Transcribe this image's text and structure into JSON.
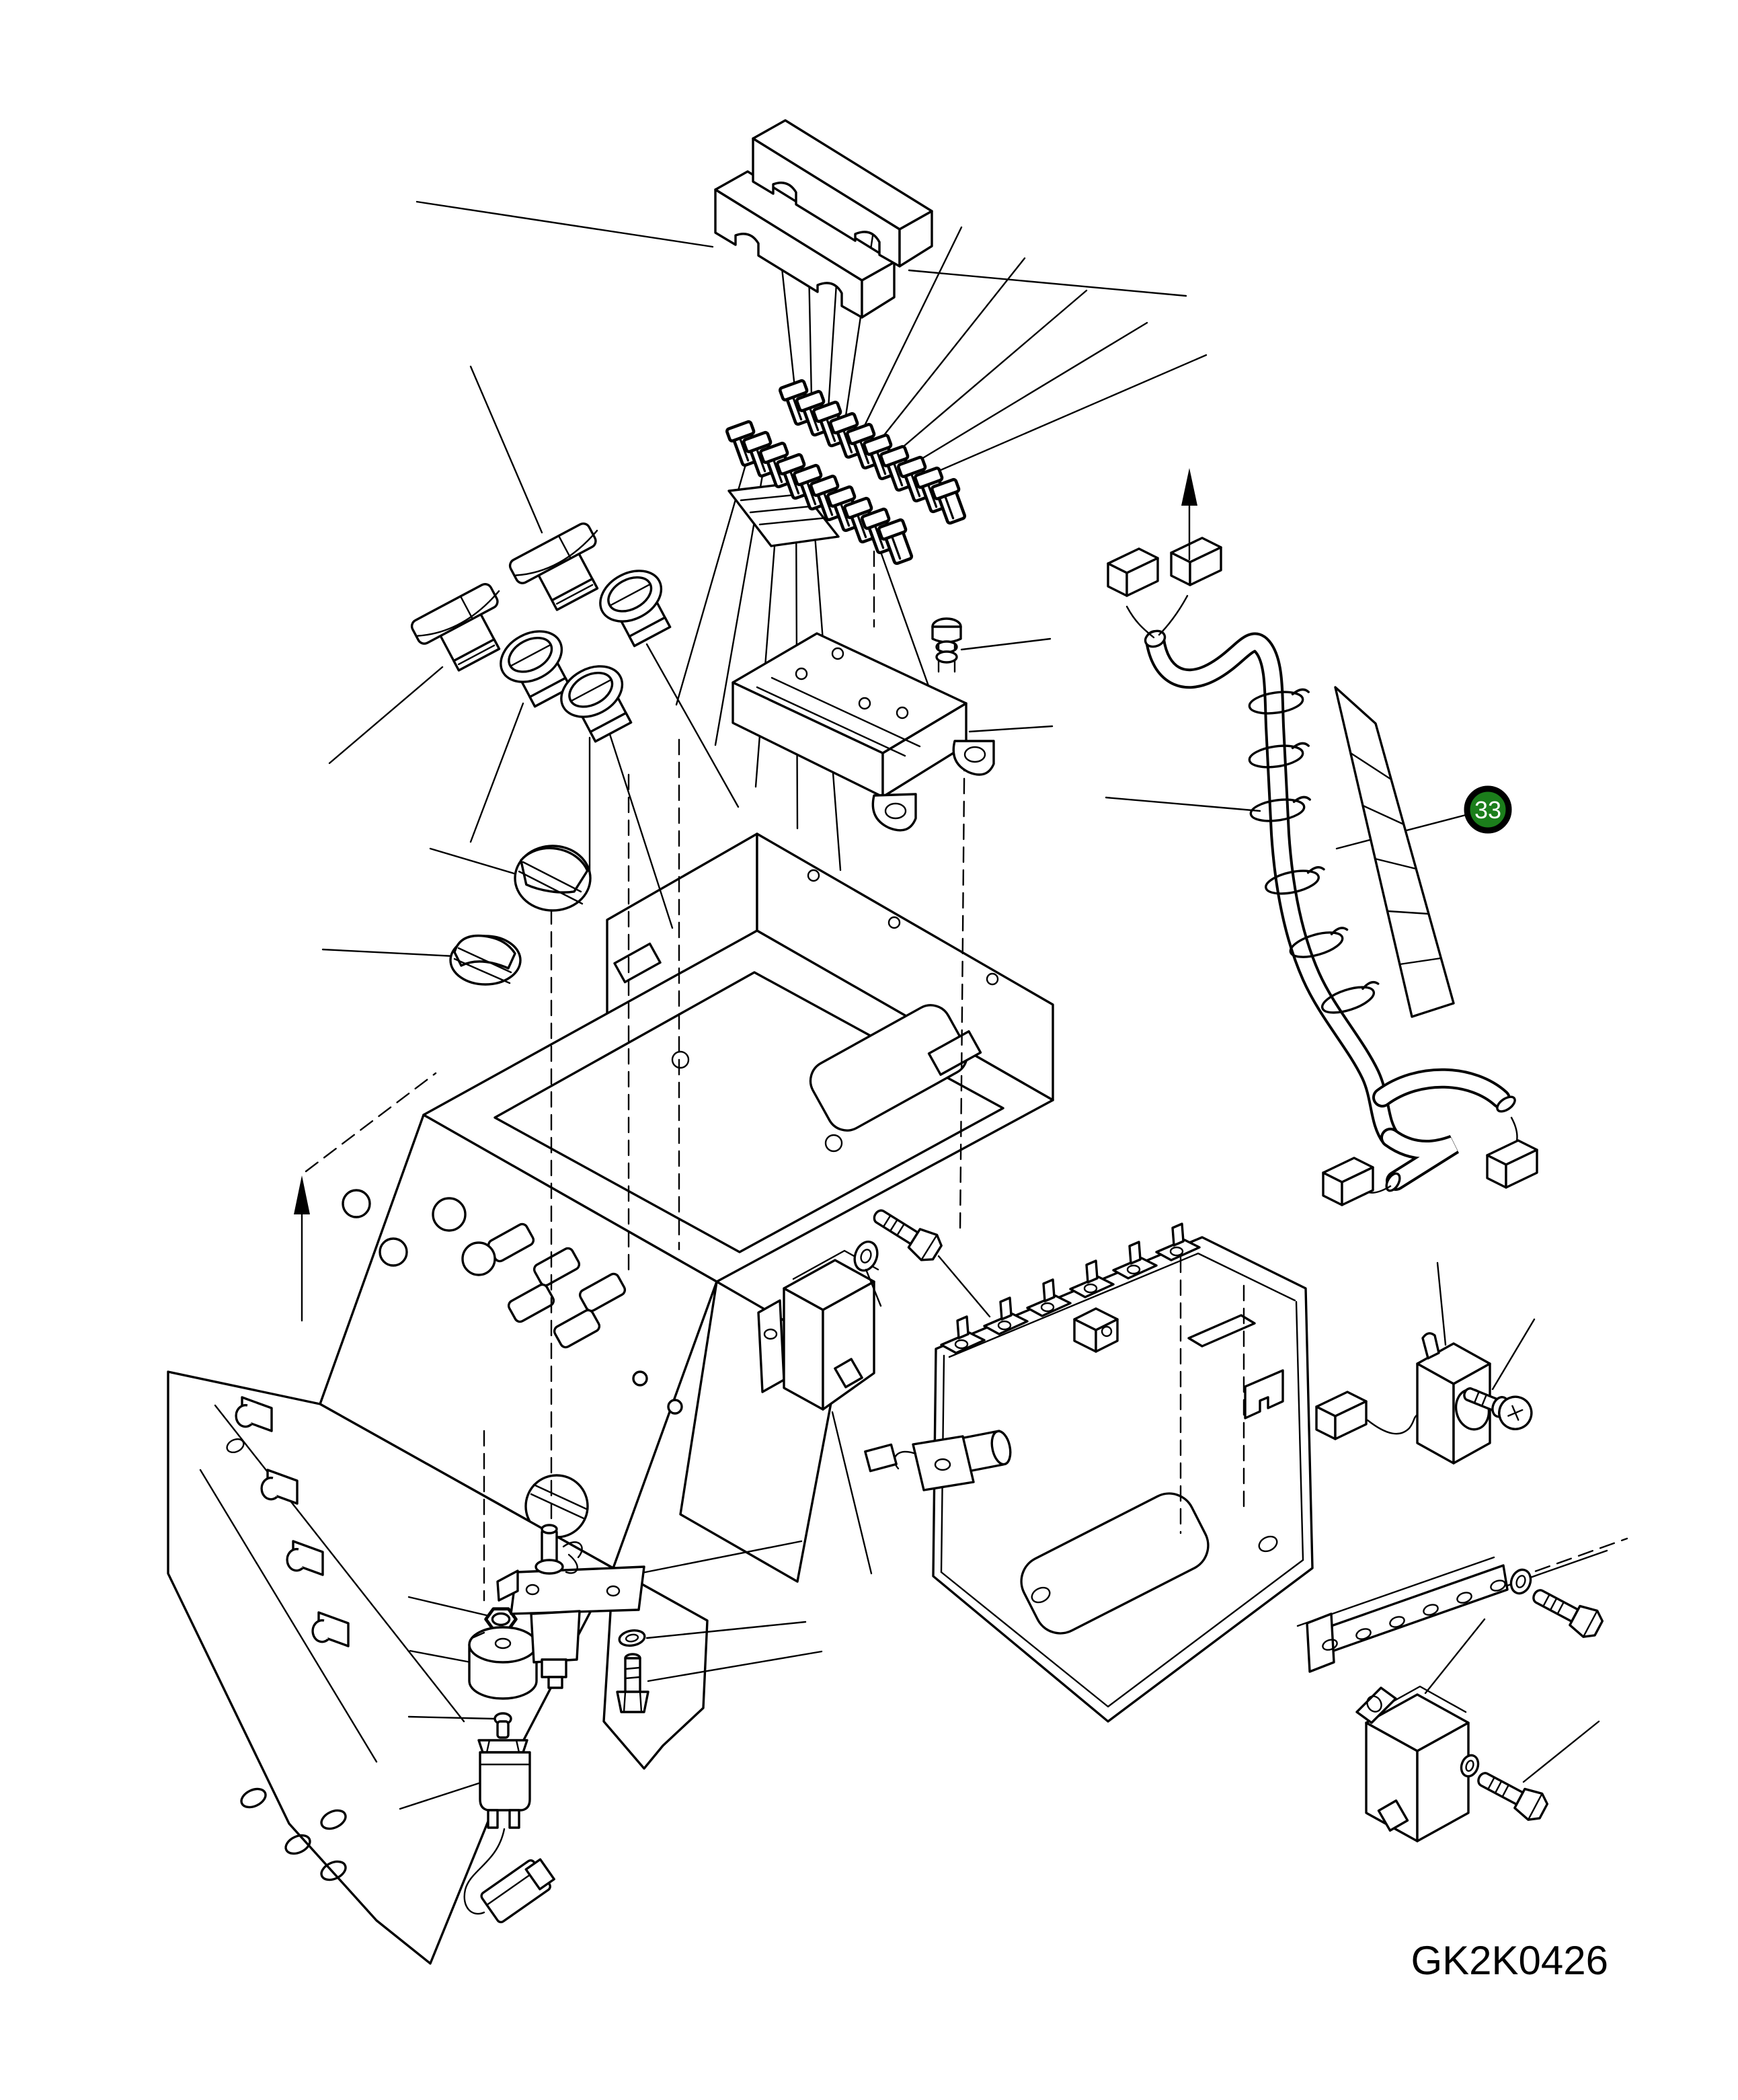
{
  "diagram": {
    "code": "GK2K0426",
    "badge": {
      "number": "33",
      "fill": "#1b7e1b",
      "ring": "#000000",
      "text_color": "#ffffff"
    },
    "colors": {
      "background": "#ffffff",
      "line": "#000000"
    },
    "parts": [
      {
        "name": "fuse-box-cover",
        "count": 2
      },
      {
        "name": "blade-fuse",
        "count": 20
      },
      {
        "name": "rocker-switch",
        "count": 2
      },
      {
        "name": "push-button-switch",
        "count": 3
      },
      {
        "name": "control-knob",
        "count": 2
      },
      {
        "name": "fuse-box-base",
        "count": 1
      },
      {
        "name": "screw",
        "count": 2
      },
      {
        "name": "wiring-harness",
        "count": 1
      },
      {
        "name": "harness-clamp",
        "count": 6
      },
      {
        "name": "harness-connector",
        "count": 4
      },
      {
        "name": "console-frame",
        "count": 1
      },
      {
        "name": "battery-box-frame",
        "count": 1
      },
      {
        "name": "terminal-clip",
        "count": 6
      },
      {
        "name": "relay",
        "count": 3
      },
      {
        "name": "washer",
        "count": 4
      },
      {
        "name": "bolt",
        "count": 4
      },
      {
        "name": "nut",
        "count": 1
      },
      {
        "name": "buzzer",
        "count": 1
      },
      {
        "name": "o-ring",
        "count": 1
      },
      {
        "name": "plunger-switch",
        "count": 1
      },
      {
        "name": "solenoid-assembly",
        "count": 1
      },
      {
        "name": "up-arrow",
        "count": 2
      }
    ]
  }
}
